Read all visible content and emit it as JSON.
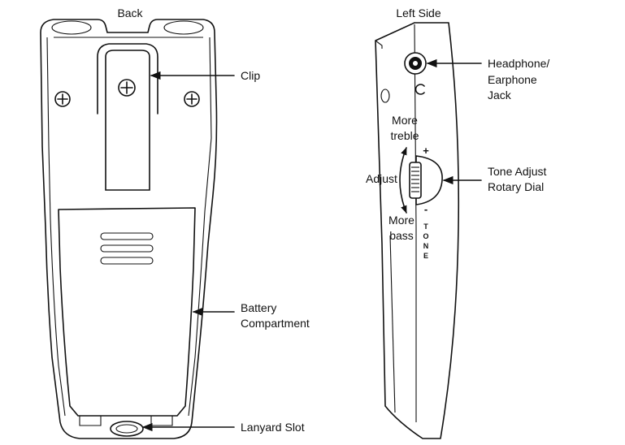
{
  "back": {
    "title": "Back",
    "callouts": {
      "clip": "Clip",
      "battery_line1": "Battery",
      "battery_line2": "Compartment",
      "lanyard": "Lanyard Slot"
    }
  },
  "left_side": {
    "title": "Left Side",
    "callouts": {
      "headphone_line1": "Headphone/",
      "headphone_line2": "Earphone",
      "headphone_line3": "Jack",
      "tone_line1": "Tone Adjust",
      "tone_line2": "Rotary Dial"
    },
    "dial": {
      "more_treble_line1": "More",
      "more_treble_line2": "treble",
      "adjust": "Adjust",
      "more_bass_line1": "More",
      "more_bass_line2": "bass",
      "plus": "+",
      "minus": "-",
      "tone_letters": [
        "T",
        "O",
        "N",
        "E"
      ]
    }
  },
  "colors": {
    "ink": "#111111",
    "paper": "#ffffff"
  }
}
